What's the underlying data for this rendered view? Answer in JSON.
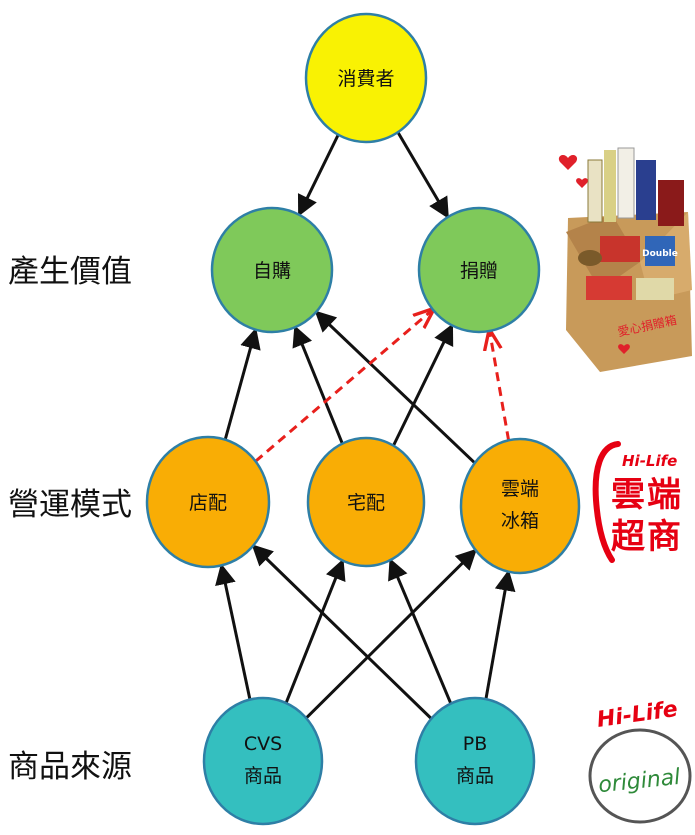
{
  "rows": [
    {
      "id": "value",
      "label": "產生價值"
    },
    {
      "id": "ops",
      "label": "營運模式"
    },
    {
      "id": "source",
      "label": "商品來源"
    }
  ],
  "nodes": {
    "consumer": {
      "lines": [
        "消費者"
      ],
      "color": "#f9f203"
    },
    "self_buy": {
      "lines": [
        "自購"
      ],
      "color": "#7fc95a"
    },
    "donate": {
      "lines": [
        "捐贈"
      ],
      "color": "#7fc95a"
    },
    "store": {
      "lines": [
        "店配"
      ],
      "color": "#f9ad05"
    },
    "home": {
      "lines": [
        "宅配"
      ],
      "color": "#f9ad05"
    },
    "cloud": {
      "lines": [
        "雲端",
        "冰箱"
      ],
      "color": "#f9ad05"
    },
    "cvs": {
      "lines": [
        "CVS",
        "商品"
      ],
      "color": "#34bfbf"
    },
    "pb": {
      "lines": [
        "PB",
        "商品"
      ],
      "color": "#34bfbf"
    }
  },
  "edges": [
    {
      "from": "consumer",
      "to": "self_buy",
      "style": "solid"
    },
    {
      "from": "consumer",
      "to": "donate",
      "style": "solid"
    },
    {
      "from": "store",
      "to": "self_buy",
      "style": "solid"
    },
    {
      "from": "home",
      "to": "self_buy",
      "style": "solid"
    },
    {
      "from": "home",
      "to": "donate",
      "style": "solid"
    },
    {
      "from": "cloud",
      "to": "self_buy",
      "style": "solid"
    },
    {
      "from": "store",
      "to": "donate",
      "style": "dashed"
    },
    {
      "from": "cloud",
      "to": "donate",
      "style": "dashed"
    },
    {
      "from": "cvs",
      "to": "store",
      "style": "solid"
    },
    {
      "from": "cvs",
      "to": "home",
      "style": "solid"
    },
    {
      "from": "cvs",
      "to": "cloud",
      "style": "solid"
    },
    {
      "from": "pb",
      "to": "store",
      "style": "solid"
    },
    {
      "from": "pb",
      "to": "home",
      "style": "solid"
    },
    {
      "from": "pb",
      "to": "cloud",
      "style": "solid"
    }
  ],
  "colors": {
    "node_border": "#2e7fa6",
    "edge_solid": "#111111",
    "edge_dashed": "#e8201c",
    "brand_red": "#e60012"
  },
  "logos": {
    "cloud_store": {
      "brand": "Hi-Life",
      "text": "雲端超商"
    },
    "original": {
      "brand": "Hi-Life",
      "text": "original"
    }
  },
  "gift_box": {
    "caption": "愛心捐贈箱"
  }
}
